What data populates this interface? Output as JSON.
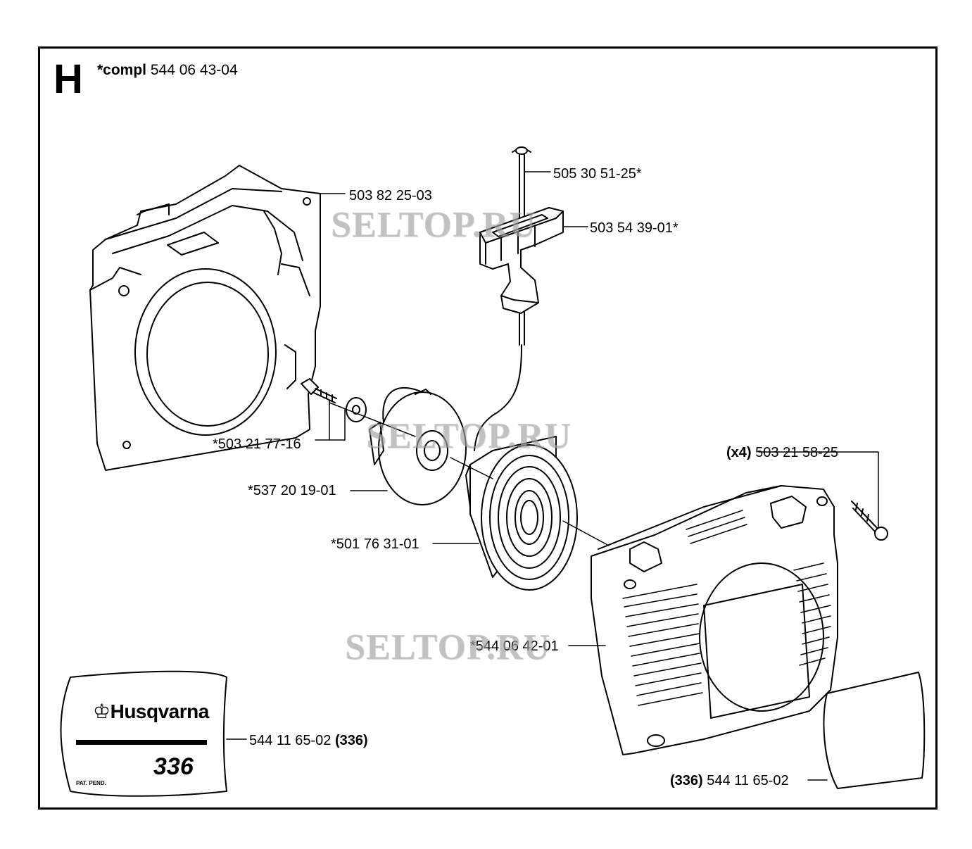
{
  "section": {
    "letter": "H",
    "compl_prefix": "*compl",
    "compl_number": "544 06 43-04"
  },
  "watermark": "SELTOP.RU",
  "decal": {
    "brand": "Husqvarna",
    "model": "336",
    "patent": "PAT. PEND."
  },
  "parts": {
    "p1": {
      "number": "505 30 51-25*"
    },
    "p2": {
      "number": "503 82 25-03"
    },
    "p3": {
      "number": "503 54 39-01*"
    },
    "p4": {
      "number": "*503 21 77-16"
    },
    "p5": {
      "number": "*537 20 19-01"
    },
    "p6": {
      "qty": "(x4)",
      "number": "503 21 58-25"
    },
    "p7": {
      "number": "*501 76 31-01"
    },
    "p8": {
      "number": "*544 06 42-01"
    },
    "p9": {
      "number": "544 11 65-02",
      "variant": "(336)"
    },
    "p10": {
      "variant": "(336)",
      "number": "544 11 65-02"
    }
  }
}
